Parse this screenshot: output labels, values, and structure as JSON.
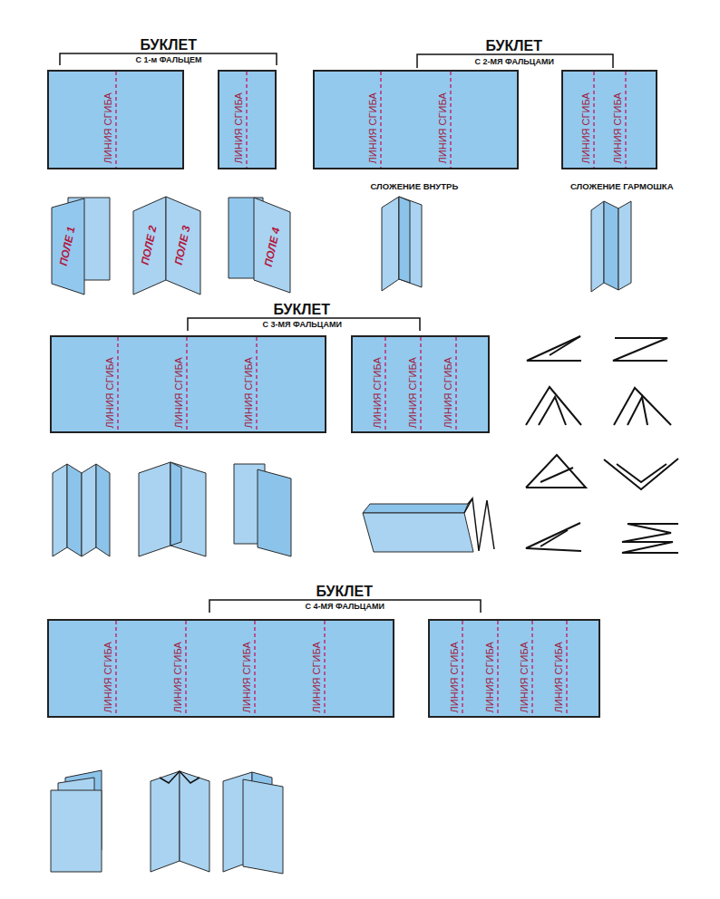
{
  "diagram": {
    "nodes": [
      {
        "text": [
          "ЛИНИЯ СГИБА"
        ]
      },
      {
        "text": [
          "ЛИНИЯ СГИБА"
        ]
      },
      {
        "text": [
          "ЛИНИЯ СГИБА",
          "ЛИНИЯ СГИБА"
        ]
      },
      {
        "text": [
          "ЛИНИЯ СГИБА",
          "ЛИНИЯ СГИБА"
        ]
      },
      {
        "text": [
          "ПОЛЕ 1"
        ]
      },
      {
        "text": [
          "ПОЛЕ 2",
          "ПОЛЕ 3"
        ]
      },
      {
        "text": [
          "ПОЛЕ 4"
        ]
      },
      {
        "text": [
          "ЛИНИЯ СГИБА",
          "ЛИНИЯ СГИБА",
          "ЛИНИЯ СГИБА"
        ]
      },
      {
        "text": [
          "ЛИНИЯ СГИБА",
          "ЛИНИЯ СГИБА",
          "ЛИНИЯ СГИБА"
        ]
      },
      {
        "text": [
          "ЛИНИЯ СГИБА",
          "ЛИНИЯ СГИБА",
          "ЛИНИЯ СГИБА",
          "ЛИНИЯ СГИБА"
        ]
      },
      {
        "text": [
          "ЛИНИЯ СГИБА",
          "ЛИНИЯ СГИБА",
          "ЛИНИЯ СГИБА",
          "ЛИНИЯ СГИБА"
        ]
      }
    ],
    "labels": [
      "БУКЛЕТ",
      "С 1-м ФАЛЬЦЕМ",
      "БУКЛЕТ",
      "С 2-МЯ ФАЛЬЦАМИ",
      "СЛОЖЕНИЕ ВНУТРЬ",
      "СЛОЖЕНИЕ ГАРМОШКА",
      "БУКЛЕТ",
      "С 3-МЯ ФАЛЬЦАМИ",
      "БУКЛЕТ",
      "С 4-МЯ ФАЛЬЦАМИ"
    ]
  }
}
